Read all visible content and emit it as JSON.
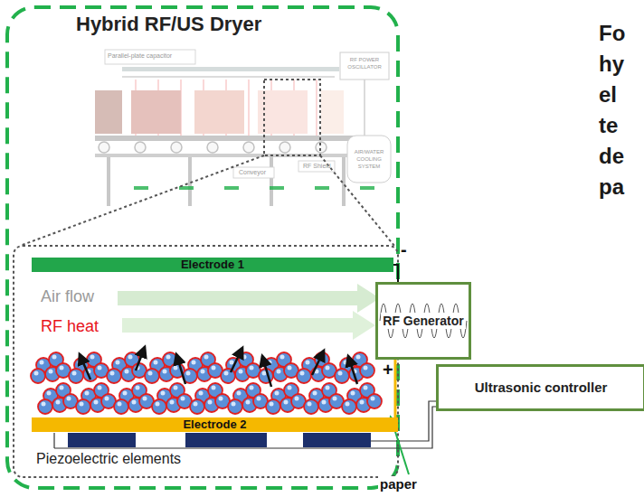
{
  "diagram": {
    "title": "Hybrid RF/US Dryer",
    "nodes": [
      {
        "text": [
          "Electrode 1"
        ]
      },
      {
        "text": [
          "RF Generator"
        ]
      },
      {
        "text": [
          "Ultrasonic controller"
        ]
      },
      {
        "text": [
          "Electrode 2"
        ]
      }
    ],
    "edges": [
      {
        "from": 1,
        "to": 0,
        "arrow": "none"
      },
      {
        "from": 1,
        "to": 3,
        "arrow": "none"
      }
    ],
    "labels": [
      "Parallel-plate capacitor",
      "RF POWER OSCILLATOR",
      "Conveyor",
      "RF Shield",
      "AIR/WATER COOLING SYSTEM",
      "Fo",
      "hy",
      "el",
      "te",
      "de",
      "pa",
      "Air flow",
      "RF heat",
      "-",
      "+",
      "Piezoelectric elements",
      "paper"
    ]
  }
}
